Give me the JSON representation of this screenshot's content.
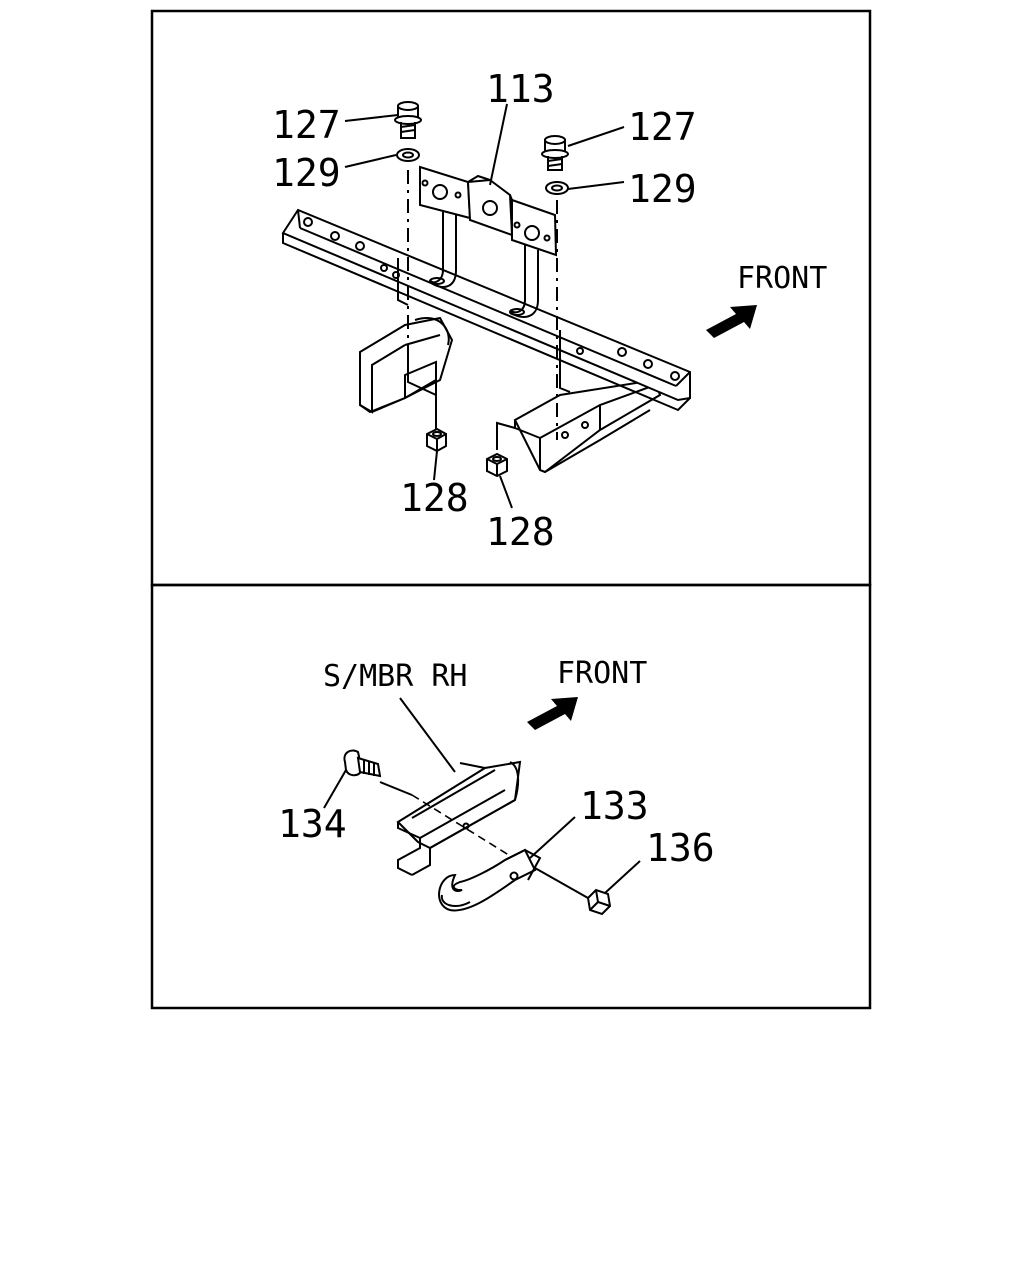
{
  "panels": {
    "top": {
      "callouts": {
        "bracket": "113",
        "bolt_left": "127",
        "bolt_right": "127",
        "washer_left": "129",
        "washer_right": "129",
        "nut_left": "128",
        "nut_right": "128"
      },
      "direction_label": "FRONT",
      "arrow_icon": "front-direction-arrow-icon"
    },
    "bottom": {
      "member_label": "S/MBR RH",
      "direction_label": "FRONT",
      "arrow_icon": "front-direction-arrow-icon",
      "callouts": {
        "bolt": "134",
        "tow_hook": "133",
        "nut": "136"
      }
    }
  },
  "colors": {
    "line": "#000000",
    "background": "#ffffff"
  }
}
